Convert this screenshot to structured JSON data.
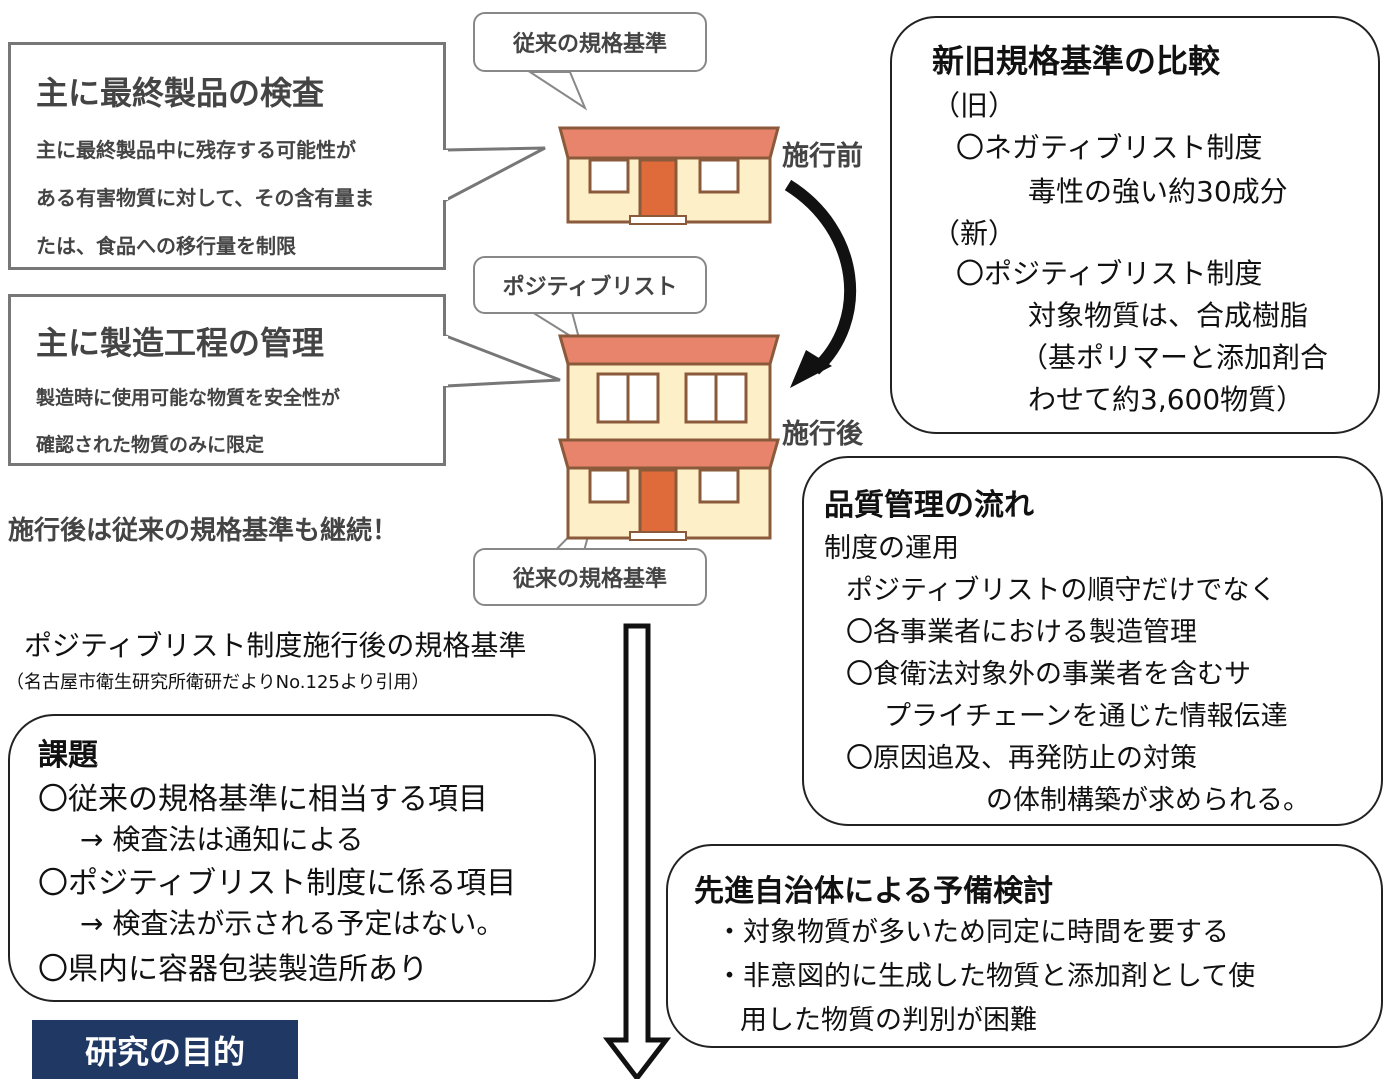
{
  "left": {
    "final_title": "主に最終製品の検査",
    "final_lines": [
      "主に最終製品中に残存する可能性が",
      "ある有害物質に対して、その含有量ま",
      "たは、食品への移行量を制限"
    ],
    "process_title": "主に製造工程の管理",
    "process_lines": [
      "製造時に使用可能な物質を安全性が",
      "確認された物質のみに限定"
    ],
    "continue_note": "施行後は従来の規格基準も継続！",
    "caption": "ポジティブリスト制度施行後の規格基準",
    "caption_source": "（名古屋市衛生研究所衛研だよりNo.125より引用）"
  },
  "labels": {
    "old_standard_top": "従来の規格基準",
    "positive_list": "ポジティブリスト",
    "old_standard_bottom": "従来の規格基準",
    "before": "施行前",
    "after": "施行後"
  },
  "compare": {
    "title": "新旧規格基準の比較",
    "lines": [
      "（旧）",
      "〇ネガティブリスト制度",
      "毒性の強い約30成分",
      "（新）",
      "〇ポジティブリスト制度",
      "対象物質は、合成樹脂",
      "（基ポリマーと添加剤合",
      "わせて約3,600物質）"
    ]
  },
  "quality": {
    "title": "品質管理の流れ",
    "lines": [
      "制度の運用",
      "ポジティブリストの順守だけでなく",
      "〇各事業者における製造管理",
      "〇食衛法対象外の事業者を含むサ",
      "プライチェーンを通じた情報伝達",
      "〇原因追及、再発防止の対策",
      "の体制構築が求められる。"
    ]
  },
  "issues": {
    "title": "課題",
    "lines": [
      "〇従来の規格基準に相当する項目",
      "→ 検査法は通知による",
      "〇ポジティブリスト制度に係る項目",
      "→ 検査法が示される予定はない。",
      "〇県内に容器包装製造所あり"
    ]
  },
  "advanced": {
    "title": "先進自治体による予備検討",
    "lines": [
      "・対象物質が多いため同定に時間を要する",
      "・非意図的に生成した物質と添加剤として使",
      "用した物質の判別が困難"
    ]
  },
  "purpose": {
    "label": "研究の目的"
  },
  "colors": {
    "roof": "#e8846c",
    "wall": "#fdf0c8",
    "door": "#e06b3a",
    "outline": "#8a5a3a",
    "purpose_bg": "#1f3864"
  }
}
